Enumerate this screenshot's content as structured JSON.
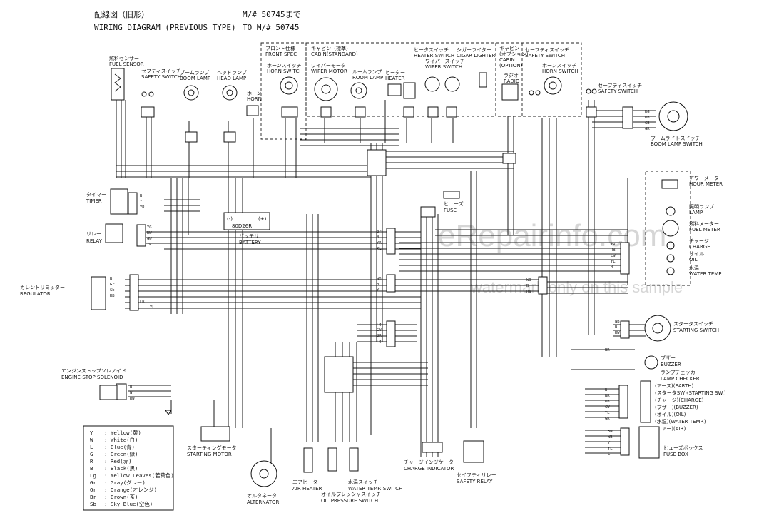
{
  "title": {
    "line1_jp": "配線図（旧形）",
    "line2_en": "WIRING DIAGRAM (PREVIOUS TYPE)",
    "model_jp": "M/# 50745まで",
    "model_en": "TO M/# 50745"
  },
  "watermark": {
    "main": "eRepairinfo.com",
    "sub": "watermark only on this sample"
  },
  "groups": {
    "front_spec_jp": "フロント仕様",
    "front_spec_en": "FRONT SPEC",
    "cabin_std_jp": "キャビン（標準）",
    "cabin_std_en": "CABIN(STANDARD)",
    "cabin_opt_jp": "キャビン",
    "cabin_opt_sub": "(オプション)",
    "cabin_opt_en1": "CABIN",
    "cabin_opt_en2": "(OPTION)"
  },
  "components": {
    "fuel_sensor_jp": "燃料センサー",
    "fuel_sensor_en": "FUEL SENSOR",
    "safety_sw_jp": "セフティスイッチ",
    "safety_sw_en": "SAFETY SWITCH",
    "boom_lamp_jp": "ブームランプ",
    "boom_lamp_en": "BOOM LAMP",
    "head_lamp_jp": "ヘッドランプ",
    "head_lamp_en": "HEAD LAMP",
    "horn_jp": "ホーン",
    "horn_en": "HORN",
    "horn_sw_jp": "ホーンスイッチ",
    "horn_sw_en": "HORN SWITCH",
    "wiper_motor_jp": "ワイパーモータ",
    "wiper_motor_en": "WIPER MOTOR",
    "room_lamp_jp": "ルームランプ",
    "room_lamp_en": "ROOM LAMP",
    "heater_jp": "ヒーター",
    "heater_en": "HEATER",
    "heater_sw_jp": "ヒータスイッチ",
    "heater_sw_en": "HEATER SWITCH",
    "wiper_sw_jp": "ワイパースイッチ",
    "wiper_sw_en": "WIPER SWITCH",
    "cigar_jp": "シガーライター",
    "cigar_en": "CIGAR LIGHTER",
    "radio_jp": "ラジオ",
    "radio_en": "RADIO",
    "safety_sw2_jp": "セーフティスイッチ",
    "safety_sw2_en": "SAFETY SWITCH",
    "horn_sw2_jp": "ホーンスイッチ",
    "horn_sw2_en": "HORN SWITCH",
    "safety_sw3_jp": "セーフティスイッチ",
    "safety_sw3_en": "SAFETY SWITCH",
    "boom_light_sw_jp": "ブームライトスイッチ",
    "boom_light_sw_en": "BOOM LAMP SWITCH",
    "timer_jp": "タイマー",
    "timer_en": "TIMER",
    "relay_jp": "リレー",
    "relay_en": "RELAY",
    "battery_jp": "バッテリ",
    "battery_en": "BATTERY",
    "battery_model": "80D26R",
    "fuse_jp": "ヒューズ",
    "fuse_en": "FUSE",
    "hour_meter_jp": "アワーメーター",
    "hour_meter_en": "HOUR METER",
    "lamp_jp": "照明ランプ",
    "lamp_en": "LAMP",
    "fuel_meter_jp": "燃料メーター",
    "fuel_meter_en": "FUEL METER",
    "charge_jp": "チャージ",
    "charge_en": "CHARGE",
    "oil_jp": "オイル",
    "oil_en": "OIL",
    "water_temp_jp": "水温",
    "water_temp_en": "WATER TEMP.",
    "regulator_jp": "カレントリミッター",
    "regulator_en": "REGULATOR",
    "starting_sw_jp": "スタータスイッチ",
    "starting_sw_en": "STARTING SWITCH",
    "engine_stop_jp": "エンジンストップソレノイド",
    "engine_stop_en": "ENGINE-STOP SOLENOID",
    "buzzer_jp": "ブザー",
    "buzzer_en": "BUZZER",
    "lamp_checker_jp": "ランプチェッカー",
    "lamp_checker_en": "LAMP CHECKER",
    "starting_motor_jp": "スターティングモータ",
    "starting_motor_en": "STARTING MOTOR",
    "alternator_jp": "オルタネータ",
    "alternator_en": "ALTERNATOR",
    "air_heater_jp": "エアヒータ",
    "air_heater_en": "AIR HEATER",
    "water_temp_sw_jp": "水温スイッチ",
    "water_temp_sw_en": "WATER TEMP. SWITCH",
    "oil_press_sw_jp": "オイルプレッシャスイッチ",
    "oil_press_sw_en": "OIL PRESSURE SWITCH",
    "charge_ind_jp": "チャージインジケータ",
    "charge_ind_en": "CHARGE INDICATOR",
    "safety_relay_jp": "セイフティリレー",
    "safety_relay_en": "SAFETY RELAY",
    "fuse_box_jp": "ヒューズボックス",
    "fuse_box_en": "FUSE BOX"
  },
  "lamp_checker_items": [
    "(アース)(EARTH)",
    "(スタータSW)(STARTING SW.)",
    "(チャージ)(CHARGE)",
    "(ブザー)(BUZZER)",
    "(オイル)(OIL)",
    "(水温)(WATER TEMP.)",
    "(エアー)(AIR)"
  ],
  "legend": [
    {
      "code": "Y",
      "text": ": Yellow(黄)"
    },
    {
      "code": "W",
      "text": ": White(白)"
    },
    {
      "code": "L",
      "text": ": Blue(青)"
    },
    {
      "code": "G",
      "text": ": Green(緑)"
    },
    {
      "code": "R",
      "text": ": Red(赤)"
    },
    {
      "code": "B",
      "text": ": Black(黒)"
    },
    {
      "code": "Lg",
      "text": ": Yellow Leaves(若葉色)"
    },
    {
      "code": "Gr",
      "text": ": Gray(グレー)"
    },
    {
      "code": "Or",
      "text": ": Orange(オレンジ)"
    },
    {
      "code": "Br",
      "text": ": Brown(茶)"
    },
    {
      "code": "Sb",
      "text": ": Sky Blue(空色)"
    }
  ],
  "wire_codes": {
    "timer": [
      "B",
      "Y",
      "YR"
    ],
    "relay": [
      "YG",
      "RW",
      "GW",
      "YR"
    ],
    "regulator": [
      "Br",
      "Gr",
      "Sb",
      "RB",
      "LR",
      "YL"
    ],
    "center_top": [
      "Br",
      "B",
      "YR",
      "RL"
    ],
    "center_mid": [
      "WB",
      "B",
      "Y"
    ],
    "center_low": [
      "Lg",
      "GW",
      "BR",
      "Lg"
    ],
    "right_meter": [
      "YR",
      "RB",
      "LW",
      "YL",
      "B"
    ],
    "right_mid": [
      "WB",
      "B",
      "RW"
    ],
    "starter": [
      "WB",
      "B",
      "RW"
    ],
    "buzzer": [
      "BR"
    ],
    "lamp_checker": [
      "B",
      "BR",
      "RB",
      "GW",
      "YL",
      "GR"
    ],
    "fuse_box": [
      "BW",
      "WB",
      "Y",
      "YL",
      "L"
    ],
    "engine_stop": [
      "B",
      "W",
      "RW"
    ],
    "boom_sw": [
      "RG",
      "RB",
      "GB",
      "GR"
    ]
  }
}
